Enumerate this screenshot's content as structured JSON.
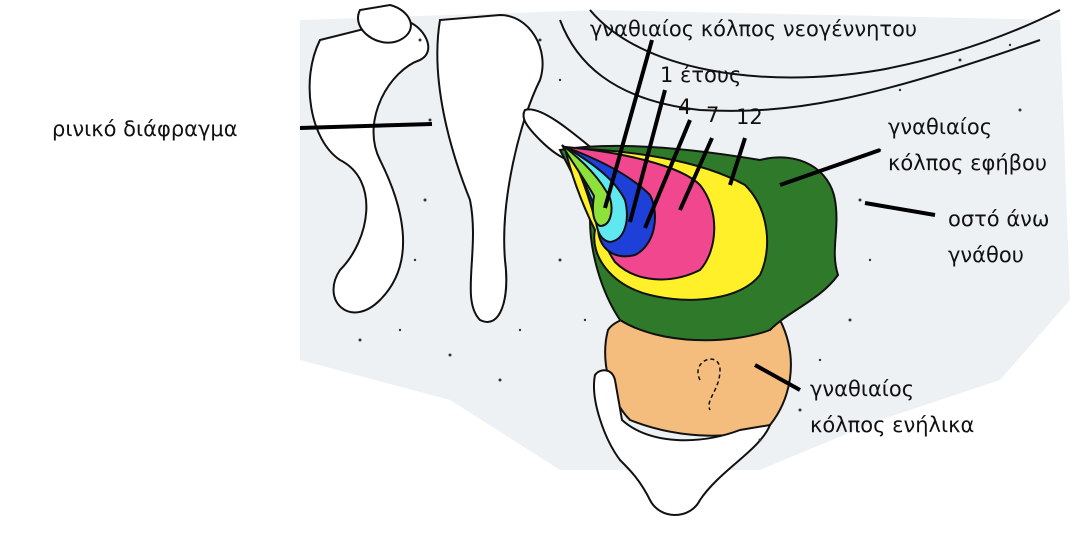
{
  "labels": {
    "newborn": "γναθιαίος κόλπος νεογέννητου",
    "age_1": "1 έτους",
    "age_4": "4",
    "age_7": "7",
    "age_12": "12",
    "septum": "ρινικό διάφραγμα",
    "adolescent_line1": "γναθιαίος",
    "adolescent_line2": "κόλπος εφήβου",
    "maxilla_line1": "οστό άνω",
    "maxilla_line2": "γνάθου",
    "adult_line1": "γναθιαίος",
    "adult_line2": "κόλπος ενήλικα"
  },
  "colors": {
    "newborn": "#8ee03a",
    "age_1": "#5fe8f0",
    "age_4": "#1e3fd8",
    "age_7": "#f0478f",
    "age_12": "#fff02a",
    "adolescent": "#2f7a2a",
    "adult": "#f5bd7d",
    "bone_tint": "#e9edf1",
    "outline": "#111111"
  }
}
